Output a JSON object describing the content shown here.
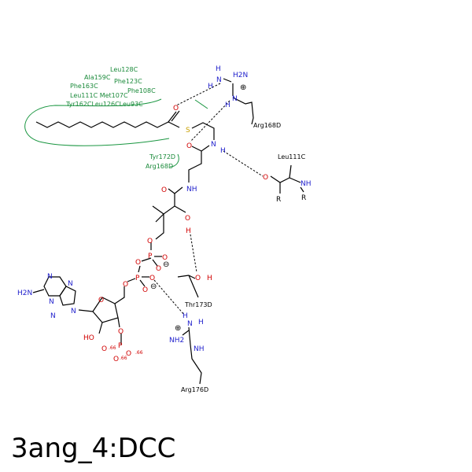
{
  "title": "3ang_4:DCC",
  "residues": {
    "leu128c": "Leu128C",
    "ala159c": "Ala159C",
    "phe123c": "Phe123C",
    "phe163c": "Phe163C",
    "phe108c": "Phe108C",
    "leu111c_met107c": "Leu111C  Met107C",
    "tyr162c_leu126c_leu93c": "Tyr162CLeu126CLeu93C",
    "tyr172d": "Tyr172D",
    "arg168d_lower": "Arg168D",
    "arg168d": "Arg168D",
    "leu111c": "Leu111C",
    "thr173d": "Thr173D",
    "arg176d": "Arg176D"
  },
  "atoms": {
    "N": "N",
    "O": "O",
    "S": "S",
    "P": "P",
    "H": "H",
    "R": "R",
    "NH": "NH",
    "H2N": "H2N",
    "NH2": "NH2",
    "HO": "HO",
    "OH": "OH"
  },
  "charges": {
    "plus": "⊕",
    "minus": "⊖"
  },
  "partial": {
    "p66": ".66"
  },
  "colors": {
    "hydrophobic": "#1a9641",
    "nitrogen": "#1f1fcc",
    "oxygen": "#d00000",
    "sulfur": "#c8a000"
  }
}
